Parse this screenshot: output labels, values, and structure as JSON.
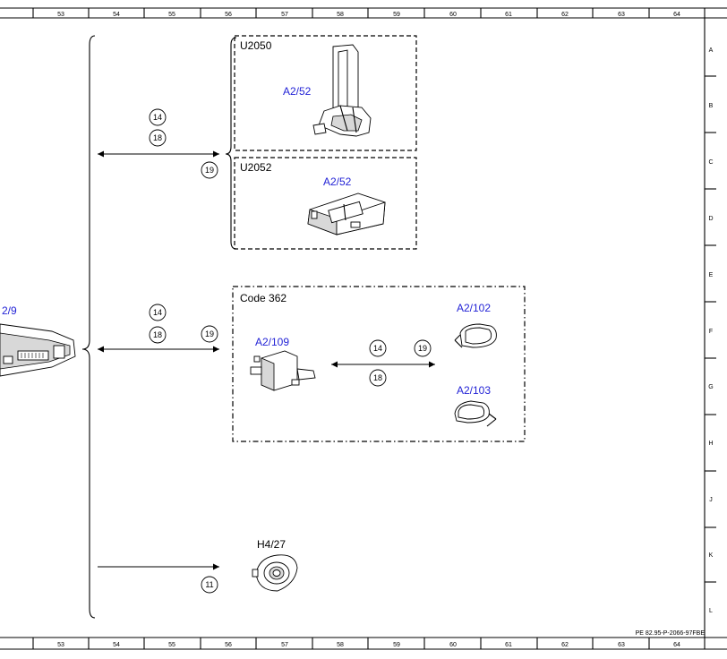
{
  "grid": {
    "columns": [
      "53",
      "54",
      "55",
      "56",
      "57",
      "58",
      "59",
      "60",
      "61",
      "62",
      "63",
      "64"
    ],
    "rows": [
      "A",
      "B",
      "C",
      "D",
      "E",
      "F",
      "G",
      "H",
      "J",
      "K",
      "L"
    ]
  },
  "left_component": {
    "label": "2/9"
  },
  "boxes": {
    "u2050": {
      "title": "U2050",
      "part_label": "A2/52"
    },
    "u2052": {
      "title": "U2052",
      "part_label": "A2/52"
    },
    "code362": {
      "title": "Code 362"
    }
  },
  "parts": {
    "a2_109": "A2/109",
    "a2_102": "A2/102",
    "a2_103": "A2/103",
    "h4_27": "H4/27"
  },
  "callouts": {
    "top_14": "14",
    "top_18": "18",
    "top_19": "19",
    "mid_14": "14",
    "mid_18": "18",
    "mid_19": "19",
    "inner_14": "14",
    "inner_19": "19",
    "inner_18": "18",
    "bottom_11": "11"
  },
  "doc_ref": "PE 82.95-P-2066-97FBE"
}
